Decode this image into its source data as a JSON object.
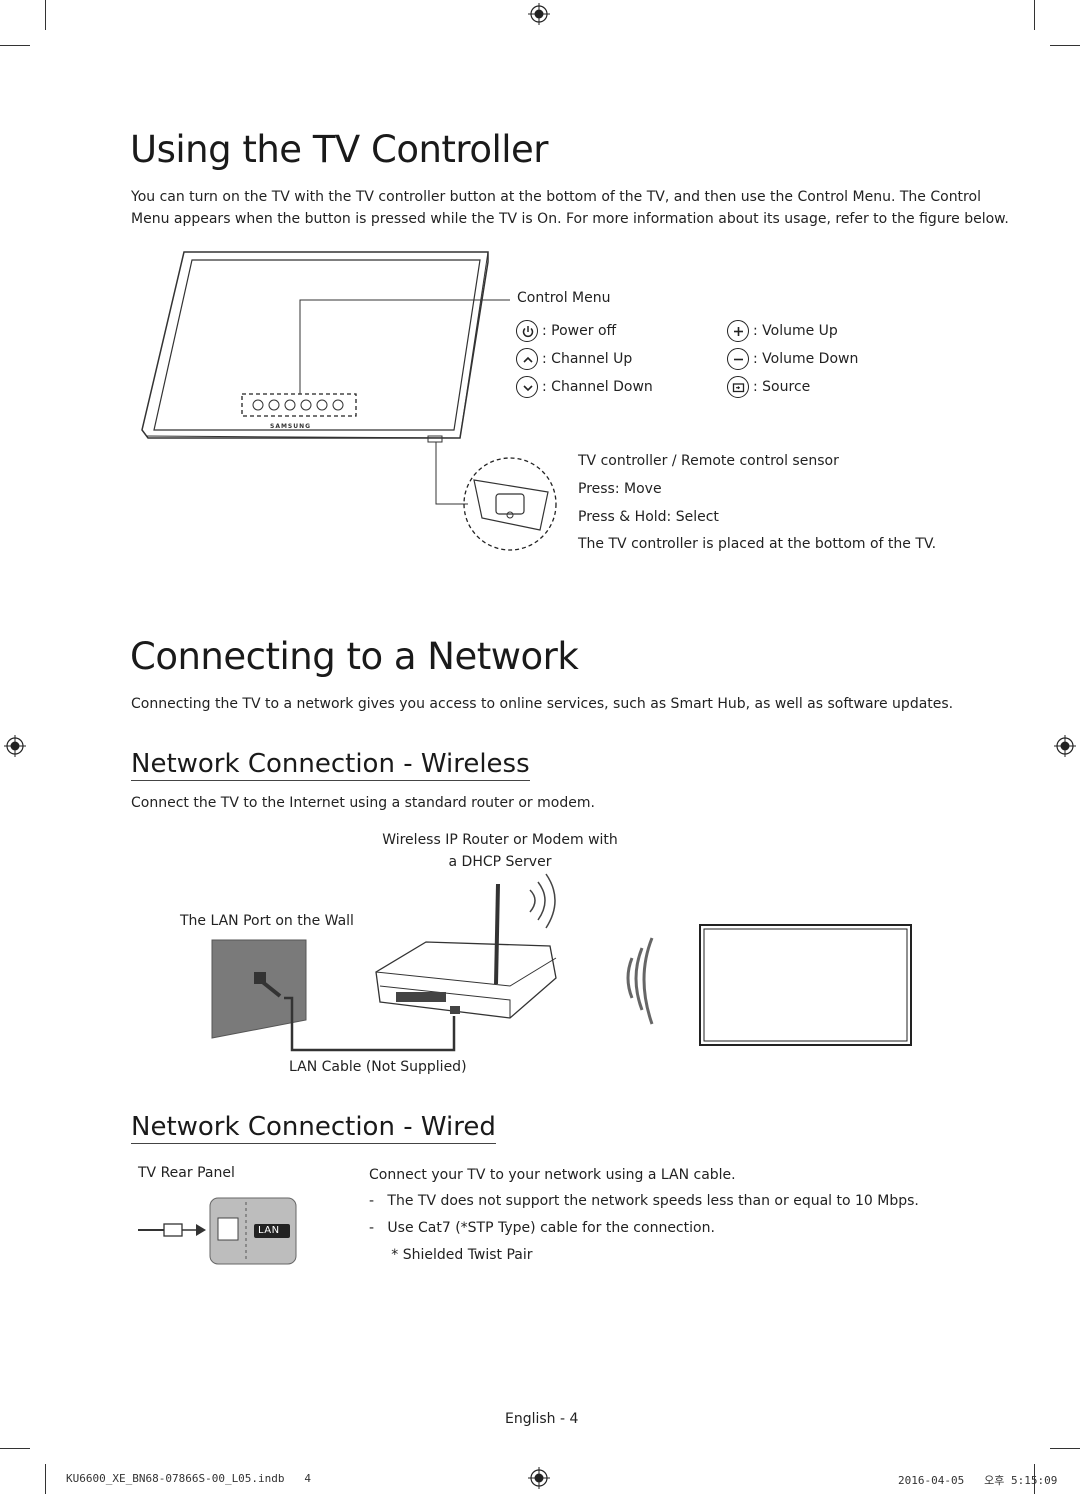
{
  "sections": {
    "controller": {
      "title": "Using the TV Controller",
      "intro_p1": "You can turn on the TV with the TV controller button at the bottom of the TV, and then use the Control Menu. The Control",
      "intro_p2": "Menu appears when the button is pressed while the TV is On. For more information about its usage, refer to the figure below.",
      "tv_logo": "SAMSUNG",
      "control_menu_label": "Control Menu",
      "menu_items": [
        {
          "icon": "power-icon",
          "label": ": Power off"
        },
        {
          "icon": "chevron-up-icon",
          "label": ": Channel Up"
        },
        {
          "icon": "chevron-down-icon",
          "label": ": Channel Down"
        },
        {
          "icon": "plus-icon",
          "label": ": Volume Up"
        },
        {
          "icon": "minus-icon",
          "label": ": Volume Down"
        },
        {
          "icon": "source-icon",
          "label": ": Source"
        }
      ],
      "sensor_label": "TV controller / Remote control sensor",
      "press_move": "Press: Move",
      "press_hold": "Press & Hold: Select",
      "placement_note": "The TV controller is placed at the bottom of the TV."
    },
    "network": {
      "title": "Connecting to a Network",
      "intro": "Connecting the TV to a network gives you access to online services, such as Smart Hub, as well as software updates."
    },
    "wireless": {
      "title": "Network Connection - Wireless",
      "intro": "Connect the TV to the Internet using a standard router or modem.",
      "router_label_1": "Wireless IP Router or Modem with",
      "router_label_2": "a DHCP Server",
      "wall_label": "The LAN Port on the Wall",
      "cable_label": "LAN Cable (Not Supplied)"
    },
    "wired": {
      "title": "Network Connection - Wired",
      "panel_label": "TV Rear Panel",
      "port_label": "LAN",
      "intro": "Connect your TV to your network using a LAN cable.",
      "notes": [
        "-   The TV does not support the network speeds less than or equal to 10 Mbps.",
        "-   Use Cat7 (*STP Type) cable for the connection.",
        "     * Shielded Twist Pair"
      ]
    }
  },
  "page_number": "English - 4",
  "footer": {
    "file": "KU6600_XE_BN68-07866S-00_L05.indb   4",
    "date": "2016-04-05   오후 5:15:09"
  }
}
